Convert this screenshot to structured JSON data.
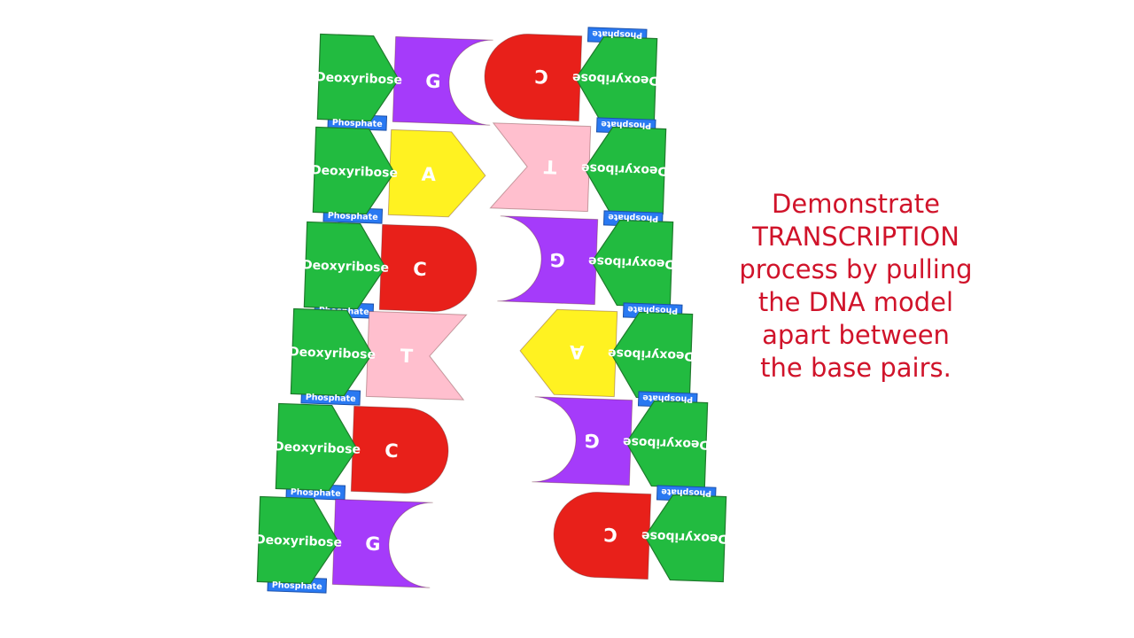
{
  "caption": {
    "lines": [
      "Demonstrate",
      "TRANSCRIPTION",
      "process by pulling",
      "the DNA model",
      "apart between",
      "the base pairs."
    ]
  },
  "labels": {
    "sugar": "Deoxyribose",
    "phosphate": "Phosphate"
  },
  "left_strand": [
    "G",
    "A",
    "C",
    "T",
    "C",
    "G"
  ],
  "right_strand": [
    "C",
    "T",
    "G",
    "A",
    "G",
    "C"
  ],
  "base_colors": {
    "A": "#fff221",
    "T": "#ffbfce",
    "G": "#a53bfa",
    "C": "#e8201a"
  },
  "colors": {
    "sugar": "#22bb40",
    "phosphate": "#2979f2",
    "caption": "#d0132a"
  }
}
